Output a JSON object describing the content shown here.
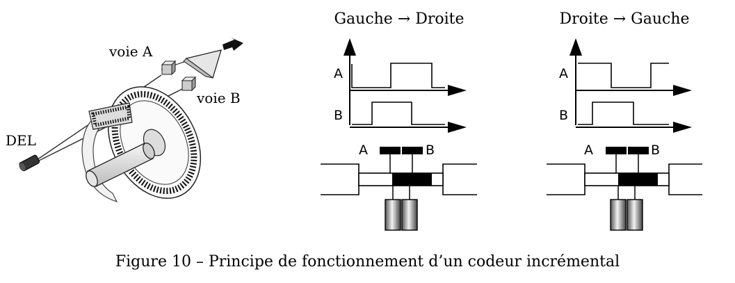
{
  "encoder": {
    "label_led": "DEL",
    "label_channel_a": "voie A",
    "label_channel_b": "voie B"
  },
  "panel_left": {
    "title": "Gauche → Droite",
    "signal_a_label": "A",
    "signal_b_label": "B",
    "sensor_a_label": "A",
    "sensor_b_label": "B"
  },
  "panel_right": {
    "title": "Droite → Gauche",
    "signal_a_label": "A",
    "signal_b_label": "B",
    "sensor_a_label": "A",
    "sensor_b_label": "B"
  },
  "caption": "Figure 10 – Principe de fonctionnement d’un codeur incrémental"
}
